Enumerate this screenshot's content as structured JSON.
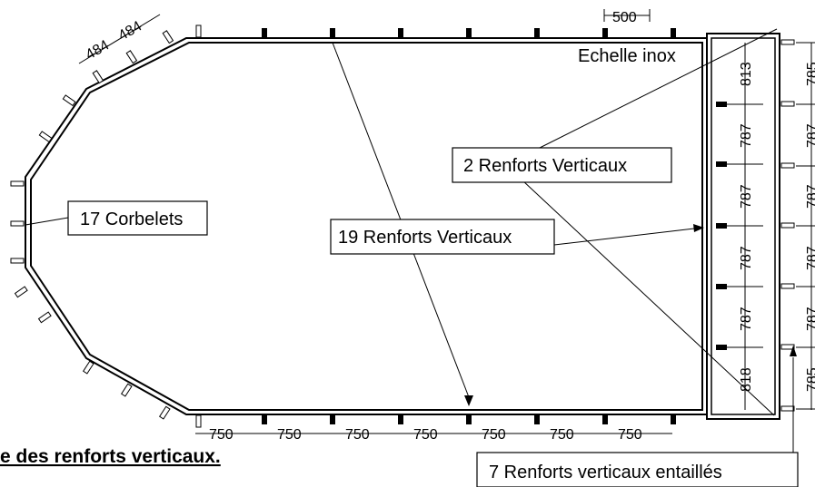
{
  "labels": {
    "echelle": "Echelle inox",
    "renforts_2": "2 Renforts Verticaux",
    "corbelets": "17 Corbelets",
    "renforts_19": "19 Renforts Verticaux",
    "renforts_7": "7 Renforts verticaux entaillés",
    "title_fragment": "e des renforts verticaux."
  },
  "dimensions": {
    "top_left": [
      "484",
      "484"
    ],
    "top_right": "500",
    "bottom": [
      "750",
      "750",
      "750",
      "750",
      "750",
      "750",
      "750"
    ],
    "right_inner": [
      "813",
      "787",
      "787",
      "787",
      "787",
      "818"
    ],
    "right_outer": [
      "785",
      "787",
      "787",
      "787",
      "787",
      "785"
    ]
  }
}
